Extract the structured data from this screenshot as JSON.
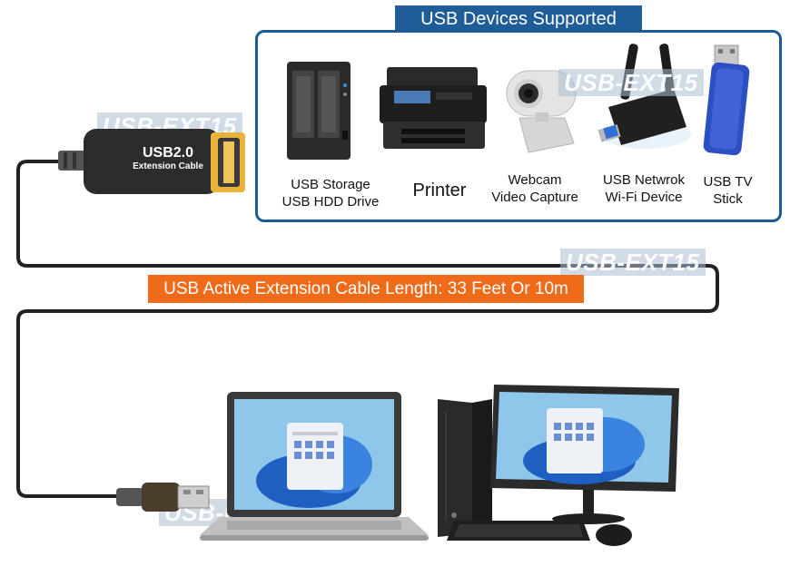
{
  "title": "USB Devices Supported",
  "length_banner": "USB Active Extension Cable Length: 33 Feet Or 10m",
  "watermark": "USB-EXT15",
  "cable_box": {
    "line1": "USB2.0",
    "line2": "Extension Cable"
  },
  "devices": [
    {
      "name": "usb-storage",
      "line1": "USB Storage",
      "line2": "USB HDD Drive"
    },
    {
      "name": "printer",
      "line1": "Printer",
      "line2": ""
    },
    {
      "name": "webcam",
      "line1": "Webcam",
      "line2": "Video Capture"
    },
    {
      "name": "wifi",
      "line1": "USB Netwrok",
      "line2": "Wi-Fi Device"
    },
    {
      "name": "tv-stick",
      "line1": "USB TV",
      "line2": "Stick"
    }
  ],
  "colors": {
    "title_bg": "#1f5d99",
    "panel_border": "#1e5a96",
    "length_bg": "#ef6b1a",
    "cable": "#222222"
  }
}
